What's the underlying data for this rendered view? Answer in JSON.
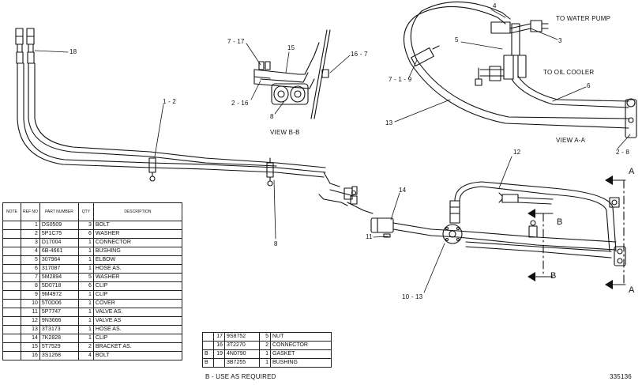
{
  "labels": {
    "to_water_pump": "TO WATER PUMP",
    "to_oil_cooler": "TO OIL COOLER",
    "view_bb": "VIEW  B-B",
    "view_aa": "VIEW  A-A",
    "c18": "18",
    "c1_2": "1 - 2",
    "c7_17": "7 - 17",
    "c15": "15",
    "c16_7": "16 - 7",
    "c2_16": "2 - 16",
    "c8a": "8",
    "c4": "4",
    "c5": "5",
    "c3": "3",
    "c7_1_9": "7 - 1 - 9",
    "c6": "6",
    "c13": "13",
    "c2_8": "2 - 8",
    "c8b": "8",
    "c12": "12",
    "c14": "14",
    "c11": "11",
    "c10_13": "10 - 13",
    "arrowA_top": "A",
    "arrowA_bot": "A",
    "arrowB_top": "B",
    "arrowB_bot": "B",
    "footnote": "B - USE AS REQUIRED",
    "docno": "335136"
  },
  "table": {
    "headers": [
      "NOTE",
      "REF NO",
      "PART NUMBER",
      "QTY",
      "DESCRIPTION"
    ],
    "rows": [
      {
        "note": "",
        "ref": "1",
        "part": "DS0509",
        "qty": "3",
        "desc": "BOLT"
      },
      {
        "note": "",
        "ref": "2",
        "part": "5P1C75",
        "qty": "6",
        "desc": "WASHER"
      },
      {
        "note": "",
        "ref": "3",
        "part": "D17004",
        "qty": "1",
        "desc": "CONNECTOR"
      },
      {
        "note": "",
        "ref": "4",
        "part": "6B-4661",
        "qty": "1",
        "desc": "BUSHING"
      },
      {
        "note": "",
        "ref": "5",
        "part": "307964",
        "qty": "1",
        "desc": "ELBOW"
      },
      {
        "note": "",
        "ref": "6",
        "part": "317087",
        "qty": "1",
        "desc": "HOSE AS."
      },
      {
        "note": "",
        "ref": "7",
        "part": "5M2894",
        "qty": "5",
        "desc": "WASHER"
      },
      {
        "note": "",
        "ref": "8",
        "part": "5D0718",
        "qty": "6",
        "desc": "CLIP"
      },
      {
        "note": "",
        "ref": "9",
        "part": "9M4972",
        "qty": "1",
        "desc": "CLIP"
      },
      {
        "note": "",
        "ref": "10",
        "part": "5T0D06",
        "qty": "1",
        "desc": "COVER"
      },
      {
        "note": "",
        "ref": "11",
        "part": "5P7747",
        "qty": "1",
        "desc": "VALVE AS."
      },
      {
        "note": "",
        "ref": "12",
        "part": "9N3666",
        "qty": "1",
        "desc": "VALVE AS"
      },
      {
        "note": "",
        "ref": "13",
        "part": "3T3173",
        "qty": "1",
        "desc": "HOSE AS."
      },
      {
        "note": "",
        "ref": "14",
        "part": "7K2828",
        "qty": "1",
        "desc": "CLIP"
      },
      {
        "note": "",
        "ref": "15",
        "part": "5T7529",
        "qty": "2",
        "desc": "BRACKET AS."
      },
      {
        "note": "",
        "ref": "16",
        "part": "3S1268",
        "qty": "4",
        "desc": "BOLT"
      }
    ]
  },
  "subtable": {
    "rows": [
      {
        "note": "",
        "ref": "17",
        "part": "9S8752",
        "qty": "5",
        "desc": "NUT"
      },
      {
        "note": "",
        "ref": "16",
        "part": "3T2270",
        "qty": "2",
        "desc": "CONNECTOR"
      },
      {
        "note": "B",
        "ref": "19",
        "part": "4N0790",
        "qty": "1",
        "desc": "GASKET"
      },
      {
        "note": "B",
        "ref": "",
        "part": "3B7255",
        "qty": "1",
        "desc": "BUSHING"
      }
    ]
  }
}
